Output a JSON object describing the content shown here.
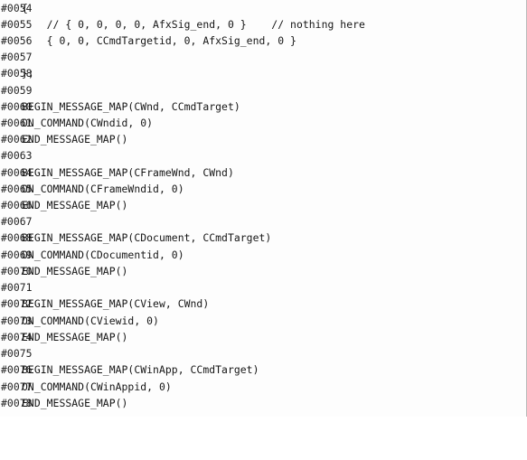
{
  "listing": {
    "lines": [
      {
        "number": "#0054",
        "code": "{"
      },
      {
        "number": "#0055",
        "code": "    // { 0, 0, 0, 0, AfxSig_end, 0 }    // nothing here"
      },
      {
        "number": "#0056",
        "code": "    { 0, 0, CCmdTargetid, 0, AfxSig_end, 0 }"
      },
      {
        "number": "#0057",
        "code": ""
      },
      {
        "number": "#0058",
        "code": "};"
      },
      {
        "number": "#0059",
        "code": ""
      },
      {
        "number": "#0060",
        "code": "BEGIN_MESSAGE_MAP(CWnd, CCmdTarget)"
      },
      {
        "number": "#0061",
        "code": "ON_COMMAND(CWndid, 0)"
      },
      {
        "number": "#0062",
        "code": "END_MESSAGE_MAP()"
      },
      {
        "number": "#0063",
        "code": ""
      },
      {
        "number": "#0064",
        "code": "BEGIN_MESSAGE_MAP(CFrameWnd, CWnd)"
      },
      {
        "number": "#0065",
        "code": "ON_COMMAND(CFrameWndid, 0)"
      },
      {
        "number": "#0066",
        "code": "END_MESSAGE_MAP()"
      },
      {
        "number": "#0067",
        "code": ""
      },
      {
        "number": "#0068",
        "code": "BEGIN_MESSAGE_MAP(CDocument, CCmdTarget)"
      },
      {
        "number": "#0069",
        "code": "ON_COMMAND(CDocumentid, 0)"
      },
      {
        "number": "#0070",
        "code": "END_MESSAGE_MAP()"
      },
      {
        "number": "#0071",
        "code": ""
      },
      {
        "number": "#0072",
        "code": "BEGIN_MESSAGE_MAP(CView, CWnd)"
      },
      {
        "number": "#0073",
        "code": "ON_COMMAND(CViewid, 0)"
      },
      {
        "number": "#0074",
        "code": "END_MESSAGE_MAP()"
      },
      {
        "number": "#0075",
        "code": ""
      },
      {
        "number": "#0076",
        "code": "BEGIN_MESSAGE_MAP(CWinApp, CCmdTarget)"
      },
      {
        "number": "#0077",
        "code": "ON_COMMAND(CWinAppid, 0)"
      },
      {
        "number": "#0078",
        "code": "END_MESSAGE_MAP()"
      }
    ]
  }
}
